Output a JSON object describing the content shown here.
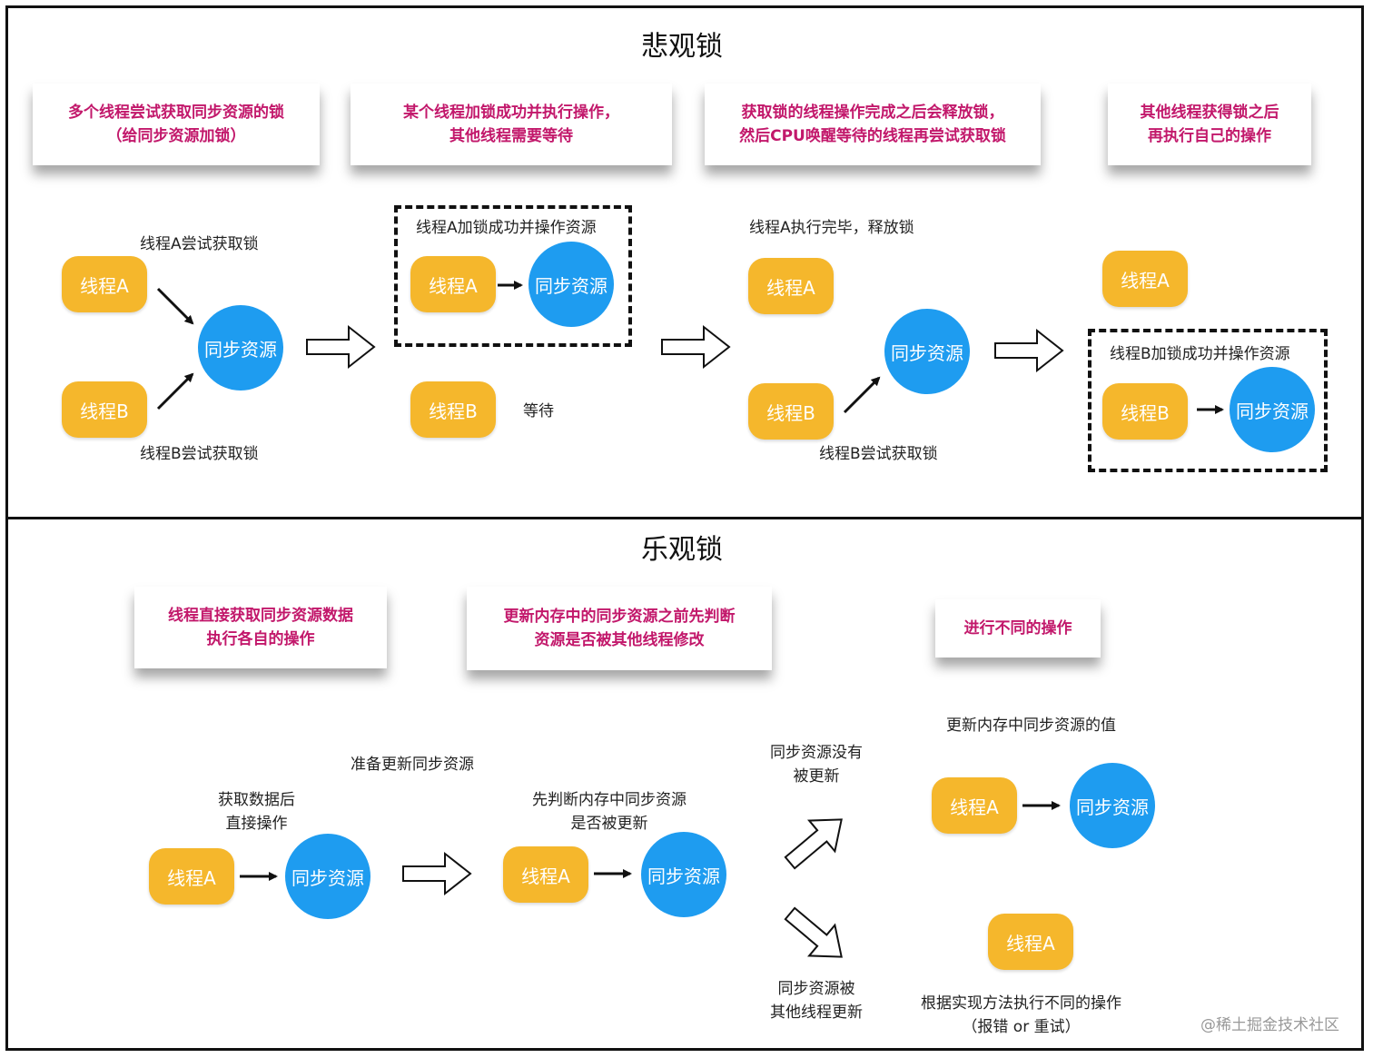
{
  "pessimistic": {
    "title": "悲观锁",
    "notes": [
      "多个线程尝试获取同步资源的锁\n（给同步资源加锁）",
      "某个线程加锁成功并执行操作，\n其他线程需要等待",
      "获取锁的线程操作完成之后会释放锁，\n然后CPU唤醒等待的线程再尝试获取锁",
      "其他线程获得锁之后\n再执行自己的操作"
    ],
    "thread_a": "线程A",
    "thread_b": "线程B",
    "resource": "同步资源",
    "a_try": "线程A尝试获取锁",
    "b_try": "线程B尝试获取锁",
    "a_locked": "线程A加锁成功并操作资源",
    "wait": "等待",
    "a_release": "线程A执行完毕，释放锁",
    "b_locked": "线程B加锁成功并操作资源"
  },
  "optimistic": {
    "title": "乐观锁",
    "notes": [
      "线程直接获取同步资源数据\n执行各自的操作",
      "更新内存中的同步资源之前先判断\n资源是否被其他线程修改",
      "进行不同的操作"
    ],
    "thread_a": "线程A",
    "resource": "同步资源",
    "get_data": "获取数据后\n直接操作",
    "prepare": "准备更新同步资源",
    "check": "先判断内存中同步资源\n是否被更新",
    "not_updated": "同步资源没有\n被更新",
    "updated_by_other": "同步资源被\n其他线程更新",
    "update_value": "更新内存中同步资源的值",
    "other_op": "根据实现方法执行不同的操作\n（报错 or 重试）"
  },
  "watermark": "@稀土掘金技术社区"
}
